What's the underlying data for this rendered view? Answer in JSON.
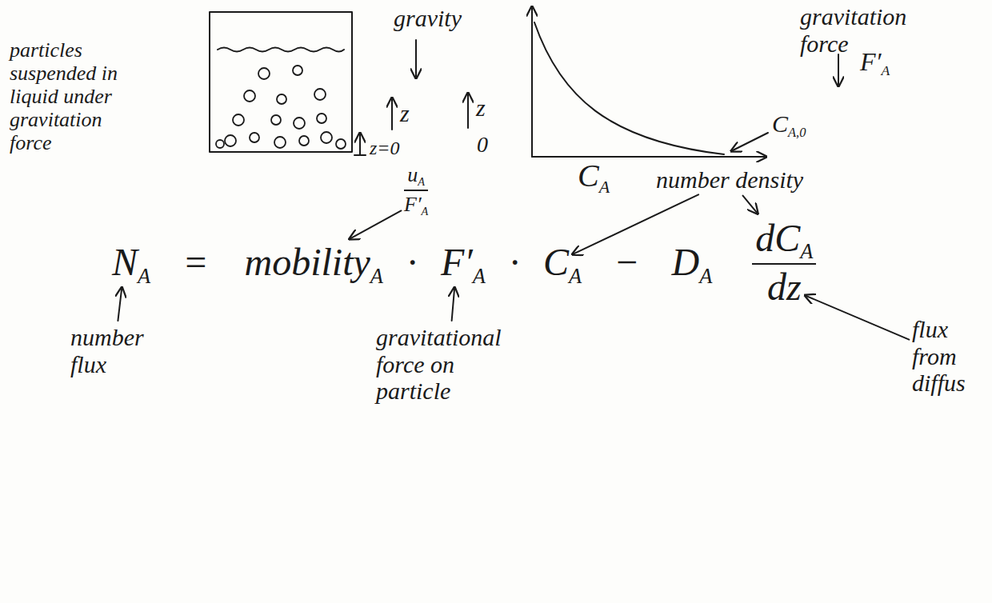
{
  "diagram": {
    "labels": [
      "particles suspended in liquid under gravitation force",
      "gravity",
      "z",
      "z=0",
      "z",
      "0",
      "gravitation force",
      "F′",
      "A",
      "C",
      "A,0",
      "C",
      "A",
      "u",
      "A",
      "F′",
      "A",
      "number density",
      "N",
      "A",
      "=",
      "mobility",
      "A",
      "·",
      "F′",
      "A",
      "·",
      "C",
      "A",
      "−",
      "D",
      "A",
      "dC",
      "A",
      "dz",
      "number flux",
      "gravitational force on particle",
      "flux from diffus"
    ]
  }
}
